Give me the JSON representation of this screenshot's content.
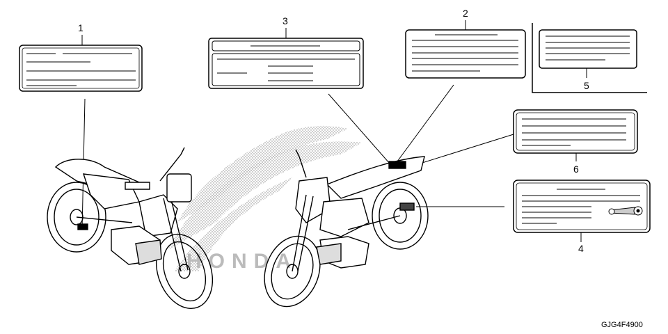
{
  "diagram": {
    "labels": [
      {
        "id": "1",
        "text": "1"
      },
      {
        "id": "2",
        "text": "2"
      },
      {
        "id": "3",
        "text": "3"
      },
      {
        "id": "4",
        "text": "4"
      },
      {
        "id": "5",
        "text": "5"
      },
      {
        "id": "6",
        "text": "6"
      }
    ],
    "part_code": "GJG4F4900"
  }
}
